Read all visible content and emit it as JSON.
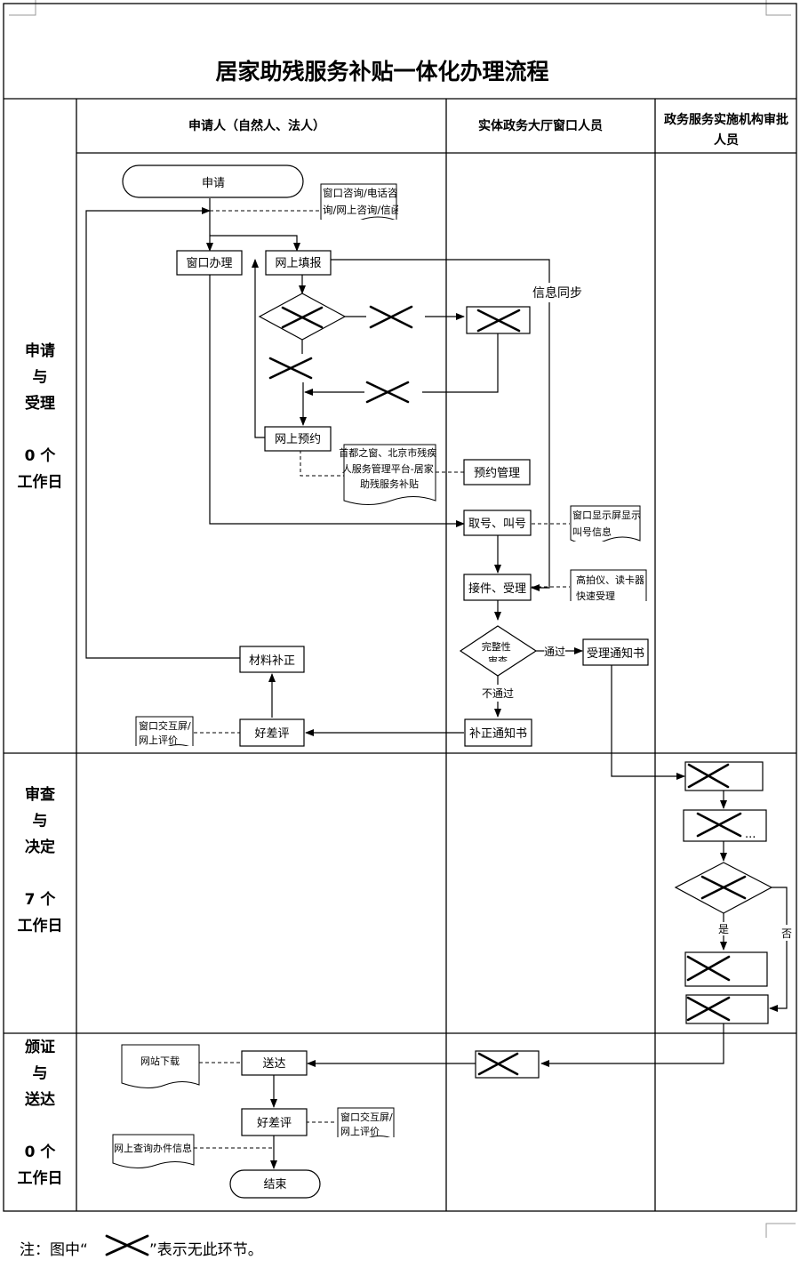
{
  "title": "居家助残服务补贴一体化办理流程",
  "columns": {
    "applicant": "申请人（自然人、法人）",
    "window_staff": "实体政务大厅窗口人员",
    "approver": "政务服务实施机构审批人员"
  },
  "stages": [
    {
      "name": [
        "申请",
        "与",
        "受理"
      ],
      "days": [
        "0 个",
        "工作日"
      ]
    },
    {
      "name": [
        "审查",
        "与",
        "决定"
      ],
      "days": [
        "7 个",
        "工作日"
      ]
    },
    {
      "name": [
        "颁证",
        "与",
        "送达"
      ],
      "days": [
        "0 个",
        "工作日"
      ]
    }
  ],
  "nodes": {
    "apply": "申请",
    "consult_note": [
      "窗口咨询/电话咨",
      "询/网上咨询/信函"
    ],
    "window_handle": "窗口办理",
    "online_fill": "网上填报",
    "info_sync": "信息同步",
    "online_reserve": "网上预约",
    "platform_note": [
      "首都之窗、北京市残疾",
      "人服务管理平台-居家",
      "助残服务补贴"
    ],
    "reserve_manage": "预约管理",
    "take_number": "取号、叫号",
    "screen_note": [
      "窗口显示屏显示",
      "叫号信息"
    ],
    "accept": "接件、受理",
    "scanner_note": [
      "高拍仪、读卡器",
      "快速受理"
    ],
    "completeness": [
      "完整性",
      "审查"
    ],
    "pass": "通过",
    "fail": "不通过",
    "accept_notice": "受理通知书",
    "correct_notice": "补正通知书",
    "rating1": "好差评",
    "rating1_note": [
      "窗口交互屏/",
      "网上评价"
    ],
    "material_correct": "材料补正",
    "ellipsis": "...",
    "yes": "是",
    "no": "否",
    "download_note": "网站下载",
    "deliver": "送达",
    "rating2": "好差评",
    "rating2_note": [
      "窗口交互屏/",
      "网上评价"
    ],
    "query_note": "网上查询办件信息",
    "end": "结束"
  },
  "footnote": {
    "prefix": "注：图中“",
    "suffix": "”表示无此环节。"
  }
}
